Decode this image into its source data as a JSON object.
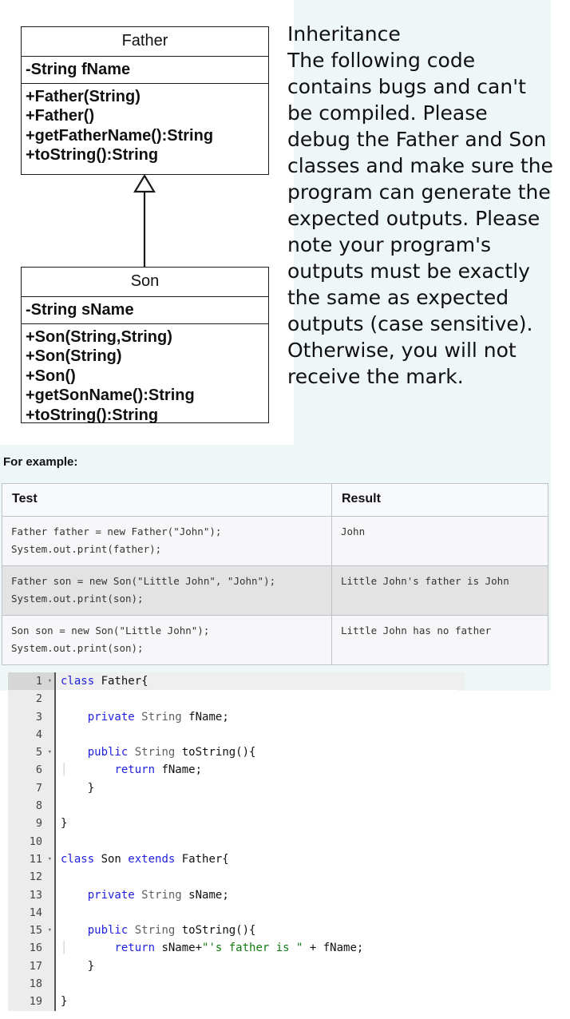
{
  "question": {
    "title": "Inheritance",
    "lines": [
      "Inheritance",
      "The following code",
      "contains bugs and can't",
      "be compiled. Please",
      "debug the Father and Son",
      "classes and make sure the",
      "program can generate the",
      "expected outputs. Please",
      "note your program's",
      "outputs must be exactly",
      "the same as expected",
      "outputs (case sensitive).",
      "Otherwise, you will not",
      "receive the mark."
    ]
  },
  "uml": {
    "father": {
      "name": "Father",
      "attributes": [
        "-String fName"
      ],
      "methods": [
        "+Father(String)",
        "+Father()",
        "+getFatherName():String",
        "+toString():String"
      ]
    },
    "son": {
      "name": "Son",
      "attributes": [
        "-String sName"
      ],
      "methods": [
        "+Son(String,String)",
        "+Son(String)",
        "+Son()",
        "+getSonName():String",
        "+toString():String"
      ]
    },
    "relationship": "inheritance-generalization"
  },
  "for_example_label": "For example:",
  "examples_table": {
    "headers": [
      "Test",
      "Result"
    ],
    "rows": [
      {
        "test": "Father father = new Father(\"John\");\nSystem.out.print(father);",
        "result": "John"
      },
      {
        "test": "Father son = new Son(\"Little John\", \"John\");\nSystem.out.print(son);",
        "result": "Little John's father is John"
      },
      {
        "test": "Son son = new Son(\"Little John\");\nSystem.out.print(son);",
        "result": "Little John has no father"
      }
    ]
  },
  "editor": {
    "active_line": 1,
    "fold_lines": [
      1,
      5,
      11,
      15
    ],
    "lines": [
      {
        "n": "1",
        "tokens": [
          {
            "t": "class ",
            "c": "kw"
          },
          {
            "t": "Father{",
            "c": "plain"
          }
        ]
      },
      {
        "n": "2",
        "tokens": []
      },
      {
        "n": "3",
        "tokens": [
          {
            "t": "    ",
            "c": "plain"
          },
          {
            "t": "private ",
            "c": "kw"
          },
          {
            "t": "String ",
            "c": "typ"
          },
          {
            "t": "fName;",
            "c": "plain"
          }
        ]
      },
      {
        "n": "4",
        "tokens": []
      },
      {
        "n": "5",
        "tokens": [
          {
            "t": "    ",
            "c": "plain"
          },
          {
            "t": "public ",
            "c": "kw"
          },
          {
            "t": "String ",
            "c": "typ"
          },
          {
            "t": "toString(){",
            "c": "plain"
          }
        ]
      },
      {
        "n": "6",
        "tokens": [
          {
            "t": "    ",
            "c": "guide"
          },
          {
            "t": "    ",
            "c": "plain"
          },
          {
            "t": "return ",
            "c": "kw"
          },
          {
            "t": "fName;",
            "c": "plain"
          }
        ]
      },
      {
        "n": "7",
        "tokens": [
          {
            "t": "    }",
            "c": "plain"
          }
        ]
      },
      {
        "n": "8",
        "tokens": []
      },
      {
        "n": "9",
        "tokens": [
          {
            "t": "}",
            "c": "plain"
          }
        ]
      },
      {
        "n": "10",
        "tokens": []
      },
      {
        "n": "11",
        "tokens": [
          {
            "t": "class ",
            "c": "kw"
          },
          {
            "t": "Son ",
            "c": "plain"
          },
          {
            "t": "extends ",
            "c": "kw"
          },
          {
            "t": "Father{",
            "c": "plain"
          }
        ]
      },
      {
        "n": "12",
        "tokens": []
      },
      {
        "n": "13",
        "tokens": [
          {
            "t": "    ",
            "c": "plain"
          },
          {
            "t": "private ",
            "c": "kw"
          },
          {
            "t": "String ",
            "c": "typ"
          },
          {
            "t": "sName;",
            "c": "plain"
          }
        ]
      },
      {
        "n": "14",
        "tokens": []
      },
      {
        "n": "15",
        "tokens": [
          {
            "t": "    ",
            "c": "plain"
          },
          {
            "t": "public ",
            "c": "kw"
          },
          {
            "t": "String ",
            "c": "typ"
          },
          {
            "t": "toString(){",
            "c": "plain"
          }
        ]
      },
      {
        "n": "16",
        "tokens": [
          {
            "t": "    ",
            "c": "guide"
          },
          {
            "t": "    ",
            "c": "plain"
          },
          {
            "t": "return ",
            "c": "kw"
          },
          {
            "t": "sName+",
            "c": "plain"
          },
          {
            "t": "\"'s father is \"",
            "c": "str"
          },
          {
            "t": " + fName;",
            "c": "plain"
          }
        ]
      },
      {
        "n": "17",
        "tokens": [
          {
            "t": "    }",
            "c": "plain"
          }
        ]
      },
      {
        "n": "18",
        "tokens": []
      },
      {
        "n": "19",
        "tokens": [
          {
            "t": "}",
            "c": "plain"
          }
        ]
      }
    ]
  },
  "colors": {
    "panel_background": "#eef6f8",
    "keyword": "#2020e0",
    "type": "#606060",
    "string": "#107c10",
    "gutter": "#ececec",
    "active_line": "#efefef",
    "table_border": "#bfc3c9",
    "table_header_bg": "#f7f9fc",
    "row_odd_bg": "#f7f7f9",
    "row_even_bg": "#e3e3e3"
  }
}
